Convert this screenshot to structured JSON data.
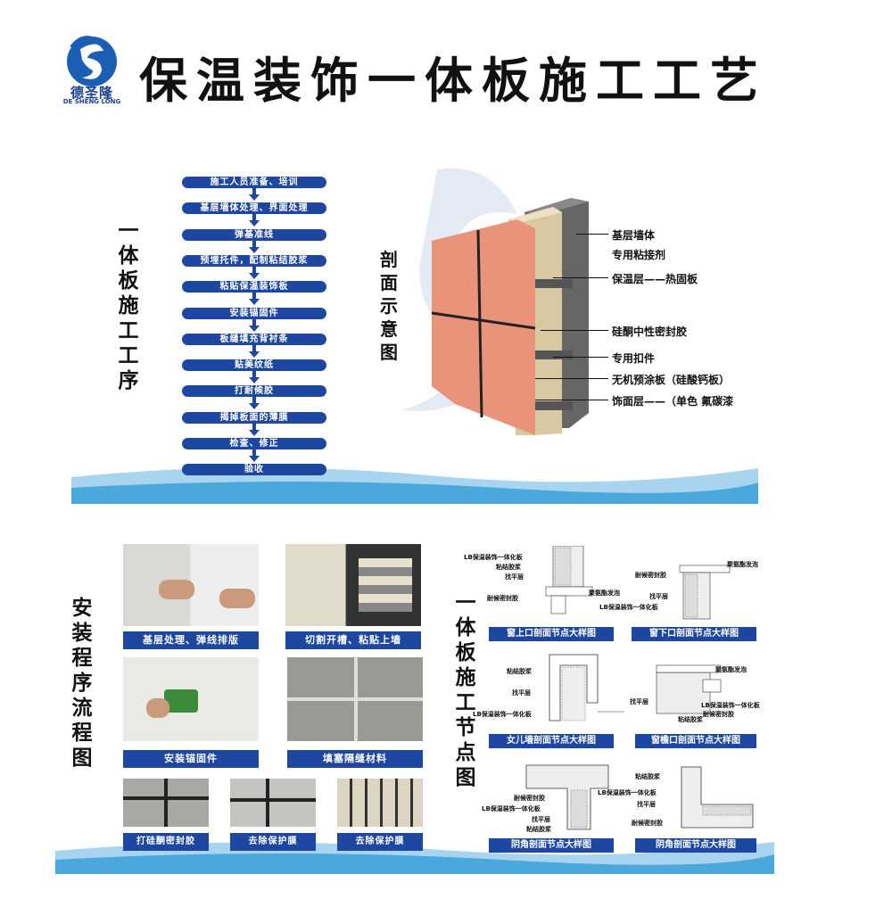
{
  "header": {
    "logo_cn": "德圣隆",
    "logo_en": "DE SHENG LONG",
    "title": "保温装饰一体板施工工艺"
  },
  "process": {
    "title": "一体板施工工序",
    "steps": [
      "施工人员准备、培训",
      "基层墙体处理、界面处理",
      "弹基准线",
      "预埋托件，配制粘结胶浆",
      "粘贴保温装饰板",
      "安装锚固件",
      "板缝填充背衬条",
      "贴美纹纸",
      "打耐候胶",
      "揭掉板面的薄膜",
      "检查、修正",
      "验收"
    ]
  },
  "section": {
    "title": "剖面示意图",
    "labels": [
      "基层墙体",
      "专用粘接剂",
      "保温层——热固板",
      "硅酮中性密封胶",
      "专用扣件",
      "无机预涂板（硅酸钙板）",
      "饰面层——（单色 氟碳漆"
    ]
  },
  "install": {
    "title": "安装程序流程图",
    "photos": [
      "基层处理、弹线排版",
      "切割开槽、粘贴上墙",
      "安装锚固件",
      "填塞隔缝材料",
      "打硅酮密封胶",
      "去除保护膜",
      "去除保护膜"
    ]
  },
  "nodes": {
    "title": "一体板施工节点图",
    "captions": [
      "窗上口剖面节点大样图",
      "窗下口剖面节点大样图",
      "女儿墙剖面节点大样图",
      "窗檐口剖面节点大样图",
      "阴角剖面节点大样图",
      "阴角剖面节点大样图"
    ],
    "labels": {
      "d1": [
        "LB保温装饰一体化板",
        "粘结胶浆",
        "找平层",
        "耐候密封胶",
        "聚氨酯发泡"
      ],
      "d2": [
        "聚氨酯发泡",
        "耐候密封胶",
        "找平层",
        "LB保温装饰一体化板"
      ],
      "d3": [
        "粘结胶浆",
        "找平层",
        "LB保温装饰一体化板"
      ],
      "d4": [
        "聚氨酯发泡",
        "找平层",
        "LB保温装饰一体化板",
        "耐候密封胶",
        "粘结胶浆"
      ],
      "d5": [
        "耐候密封胶",
        "LB保温装饰一体化板",
        "找平层",
        "粘结胶浆"
      ],
      "d6": [
        "粘结胶浆",
        "LB保温装饰一体化板",
        "找平层",
        "耐候密封胶"
      ]
    }
  },
  "colors": {
    "accent": "#1d47a0",
    "tile": "#e8937a",
    "wave": "#4aa8dc"
  }
}
